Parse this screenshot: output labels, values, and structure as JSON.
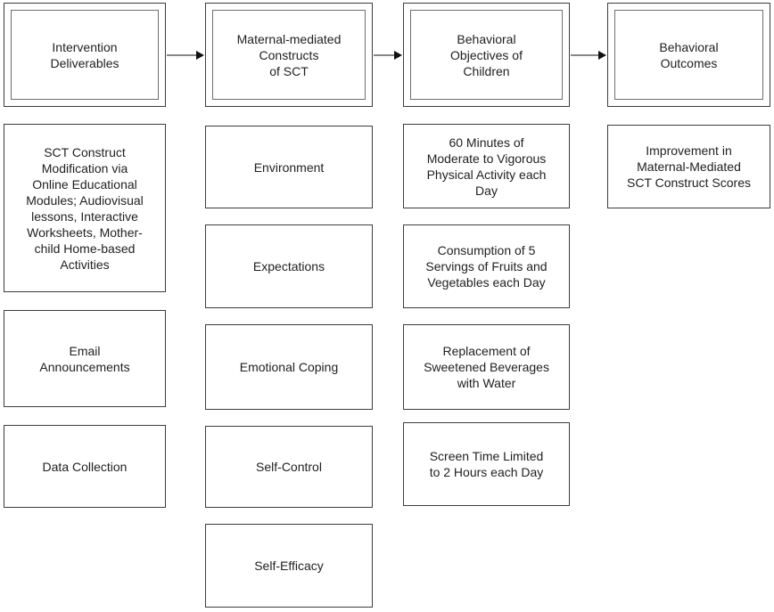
{
  "diagram": {
    "colors": {
      "background": "#ffffff",
      "box_border": "#3d3d3d",
      "header_inner_border": "#6e6e6e",
      "text": "#1f1f1f",
      "arrow": "#111111"
    },
    "columns": [
      {
        "id": "intervention-deliverables",
        "header": "Intervention\nDeliverables",
        "boxes": [
          "SCT Construct\nModification via\nOnline Educational\nModules; Audiovisual\nlessons, Interactive\nWorksheets, Mother-\nchild Home-based\nActivities",
          "Email\nAnnouncements",
          "Data Collection"
        ]
      },
      {
        "id": "maternal-mediated-constructs-of-sct",
        "header": "Maternal-mediated\nConstructs\nof SCT",
        "boxes": [
          "Environment",
          "Expectations",
          "Emotional Coping",
          "Self-Control",
          "Self-Efficacy"
        ]
      },
      {
        "id": "behavioral-objectives-of-children",
        "header": "Behavioral\nObjectives of\nChildren",
        "boxes": [
          "60 Minutes of\nModerate to Vigorous\nPhysical Activity each\nDay",
          "Consumption of 5\nServings of Fruits and\nVegetables each Day",
          "Replacement of\nSweetened Beverages\nwith Water",
          "Screen Time Limited\nto 2 Hours each Day"
        ]
      },
      {
        "id": "behavioral-outcomes",
        "header": "Behavioral\nOutcomes",
        "boxes": [
          "Improvement in\nMaternal-Mediated\nSCT Construct Scores"
        ]
      }
    ],
    "arrows": [
      {
        "id": "flow-arrow-1",
        "direction": "right"
      },
      {
        "id": "flow-arrow-2",
        "direction": "right"
      },
      {
        "id": "flow-arrow-3",
        "direction": "right"
      }
    ]
  }
}
